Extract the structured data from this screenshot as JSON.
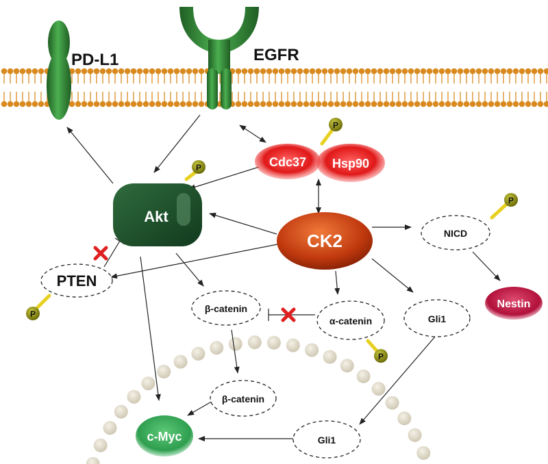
{
  "membrane": {
    "receptors": [
      "PD-L1",
      "EGFR"
    ]
  },
  "nodes": {
    "pdl1": "PD-L1",
    "egfr": "EGFR",
    "cdc37": "Cdc37",
    "hsp90": "Hsp90",
    "akt": "Akt",
    "ck2": "CK2",
    "nicd": "NICD",
    "nestin": "Nestin",
    "pten": "PTEN",
    "beta_catenin_cyto": "β-catenin",
    "alpha_catenin": "α-catenin",
    "gli1_cyto": "Gli1",
    "beta_catenin_nuc": "β-catenin",
    "gli1_nuc": "Gli1",
    "cmyc": "c-Myc",
    "phospho": "P"
  },
  "colors": {
    "receptor_green": "#2e7d32",
    "akt_green": "#1b4d2a",
    "chaperone_red": "#e02020",
    "ck2_orange": "#c0390e",
    "nestin_crimson": "#b0103a",
    "cmyc_green": "#2e9e4e",
    "phospho_olive": "#8c8c10",
    "phospho_link": "#e8d020",
    "inhibit_mark": "#e02020",
    "lipid_head": "#d98a1f"
  }
}
